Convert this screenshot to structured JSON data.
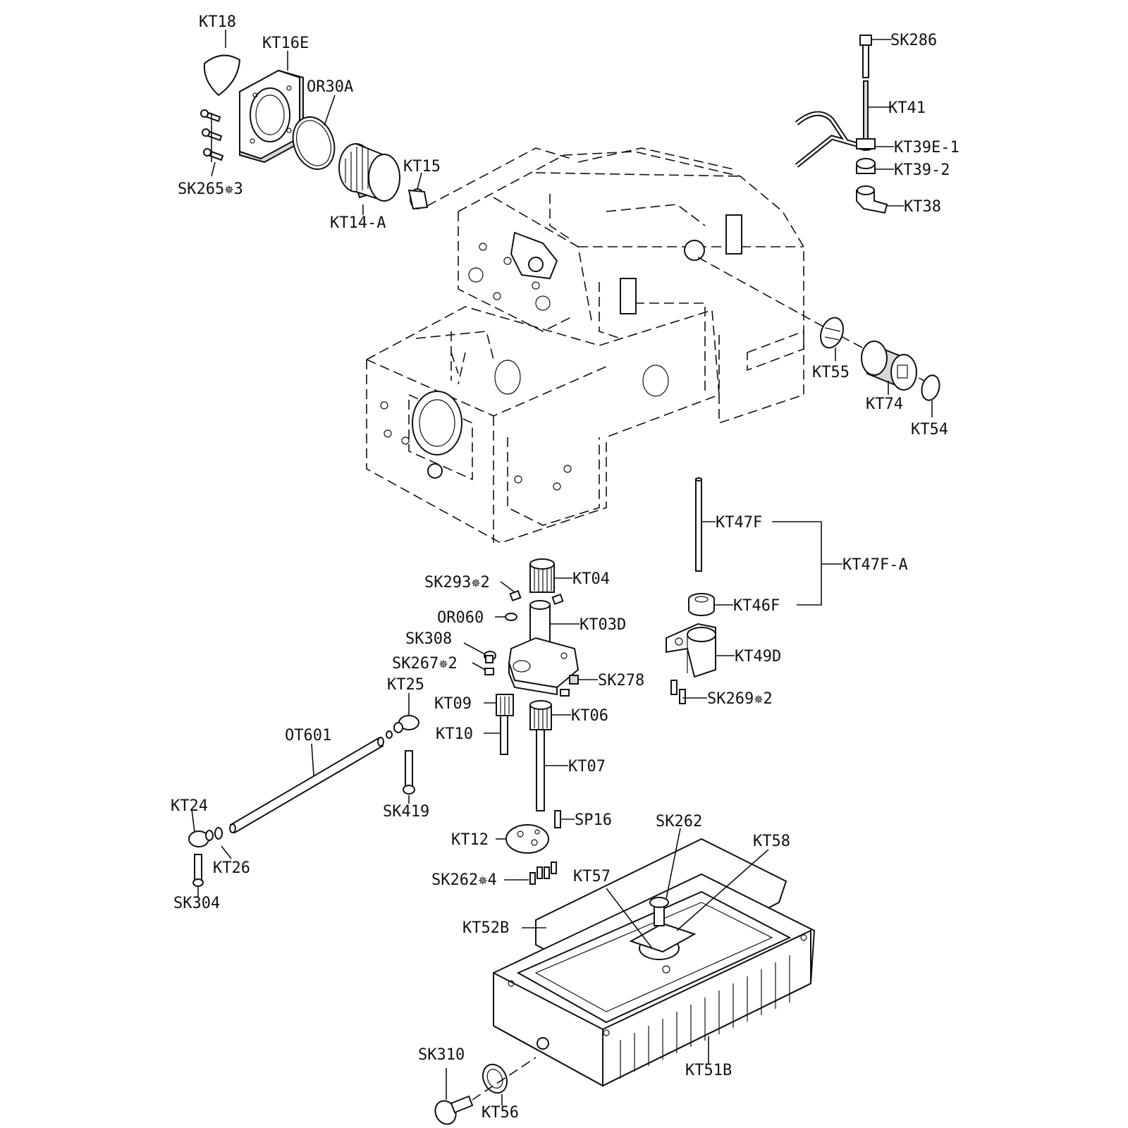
{
  "diagram": {
    "type": "exploded-parts-view",
    "labels": {
      "KT18": "KT18",
      "KT16E": "KT16E",
      "OR30A": "OR30A",
      "KT15": "KT15",
      "SK265x3": "SK265✵3",
      "KT14A": "KT14-A",
      "SK286": "SK286",
      "KT41": "KT41",
      "KT39E1": "KT39E-1",
      "KT39_2": "KT39-2",
      "KT38": "KT38",
      "KT55": "KT55",
      "KT74": "KT74",
      "KT54": "KT54",
      "KT47F": "KT47F",
      "KT47FA": "KT47F-A",
      "KT46F": "KT46F",
      "KT49D": "KT49D",
      "SK269x2": "SK269✵2",
      "SK293x2": "SK293✵2",
      "KT04": "KT04",
      "OR060": "OR060",
      "KT03D": "KT03D",
      "SK308": "SK308",
      "SK267x2": "SK267✵2",
      "SK278": "SK278",
      "KT25": "KT25",
      "KT09": "KT09",
      "KT06": "KT06",
      "KT10": "KT10",
      "OT601": "OT601",
      "KT07": "KT07",
      "SK419": "SK419",
      "KT24": "KT24",
      "SP16": "SP16",
      "SK262": "SK262",
      "KT58": "KT58",
      "KT12": "KT12",
      "KT26": "KT26",
      "SK304": "SK304",
      "SK262x4": "SK262✵4",
      "KT57": "KT57",
      "KT52B": "KT52B",
      "SK310": "SK310",
      "KT51B": "KT51B",
      "KT56": "KT56"
    }
  }
}
